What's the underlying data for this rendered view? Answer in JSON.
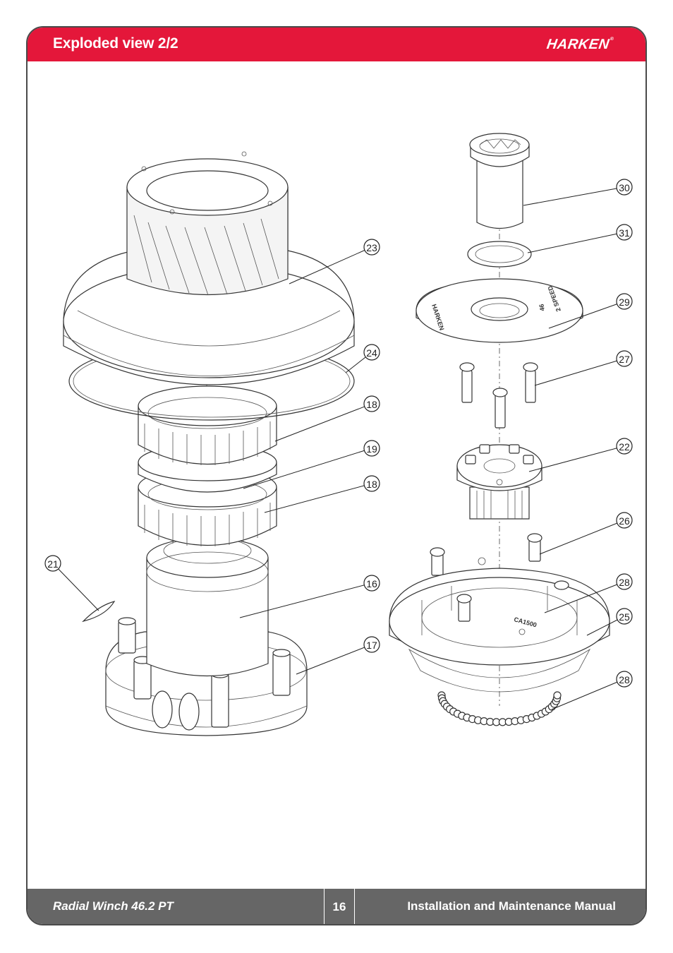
{
  "header": {
    "title": "Exploded view 2/2",
    "logo_text": "HARKEN",
    "logo_mark": "®",
    "color": "#e4173a"
  },
  "footer": {
    "product": "Radial Winch 46.2 PT",
    "page_number": "16",
    "manual": "Installation and Maintenance Manual",
    "color": "#666666"
  },
  "diagram": {
    "callouts": [
      "30",
      "31",
      "23",
      "29",
      "24",
      "27",
      "18",
      "22",
      "19",
      "18",
      "26",
      "21",
      "16",
      "28",
      "25",
      "17",
      "28"
    ],
    "engravings": {
      "plate_brand": "HARKEN",
      "plate_model": "46",
      "plate_speed": "2 SPEED",
      "base_code": "CA1500"
    }
  }
}
